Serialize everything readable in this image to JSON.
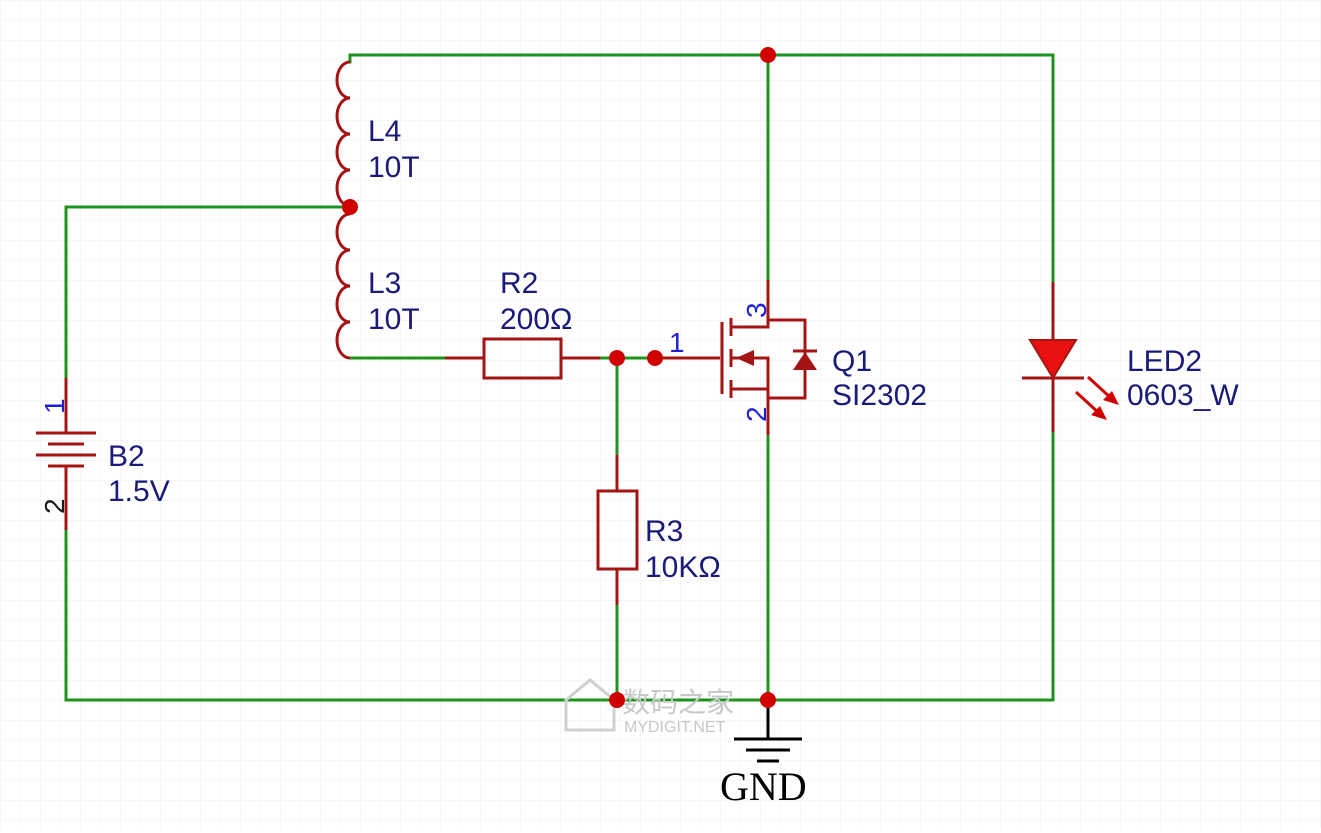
{
  "colors": {
    "wire": "#1c931c",
    "component": "#a51414",
    "junction": "#d10000",
    "label": "#1a1a7a",
    "pin_number": "#2020d0",
    "grid": "#ececec",
    "led_fill": "#e81010"
  },
  "components": {
    "inductor_l4": {
      "designator": "L4",
      "value": "10T"
    },
    "inductor_l3": {
      "designator": "L3",
      "value": "10T"
    },
    "resistor_r2": {
      "designator": "R2",
      "value": "200Ω"
    },
    "resistor_r3": {
      "designator": "R3",
      "value": "10KΩ"
    },
    "mosfet_q1": {
      "designator": "Q1",
      "value": "SI2302",
      "pins": {
        "gate": "1",
        "source": "2",
        "drain": "3"
      }
    },
    "battery_b2": {
      "designator": "B2",
      "value": "1.5V",
      "pins": {
        "positive": "1",
        "negative": "2"
      }
    },
    "led_led2": {
      "designator": "LED2",
      "value": "0603_W"
    },
    "ground": {
      "label": "GND"
    }
  },
  "watermark": {
    "text_cn": "数码之家",
    "text_en": "MYDIGIT.NET"
  }
}
